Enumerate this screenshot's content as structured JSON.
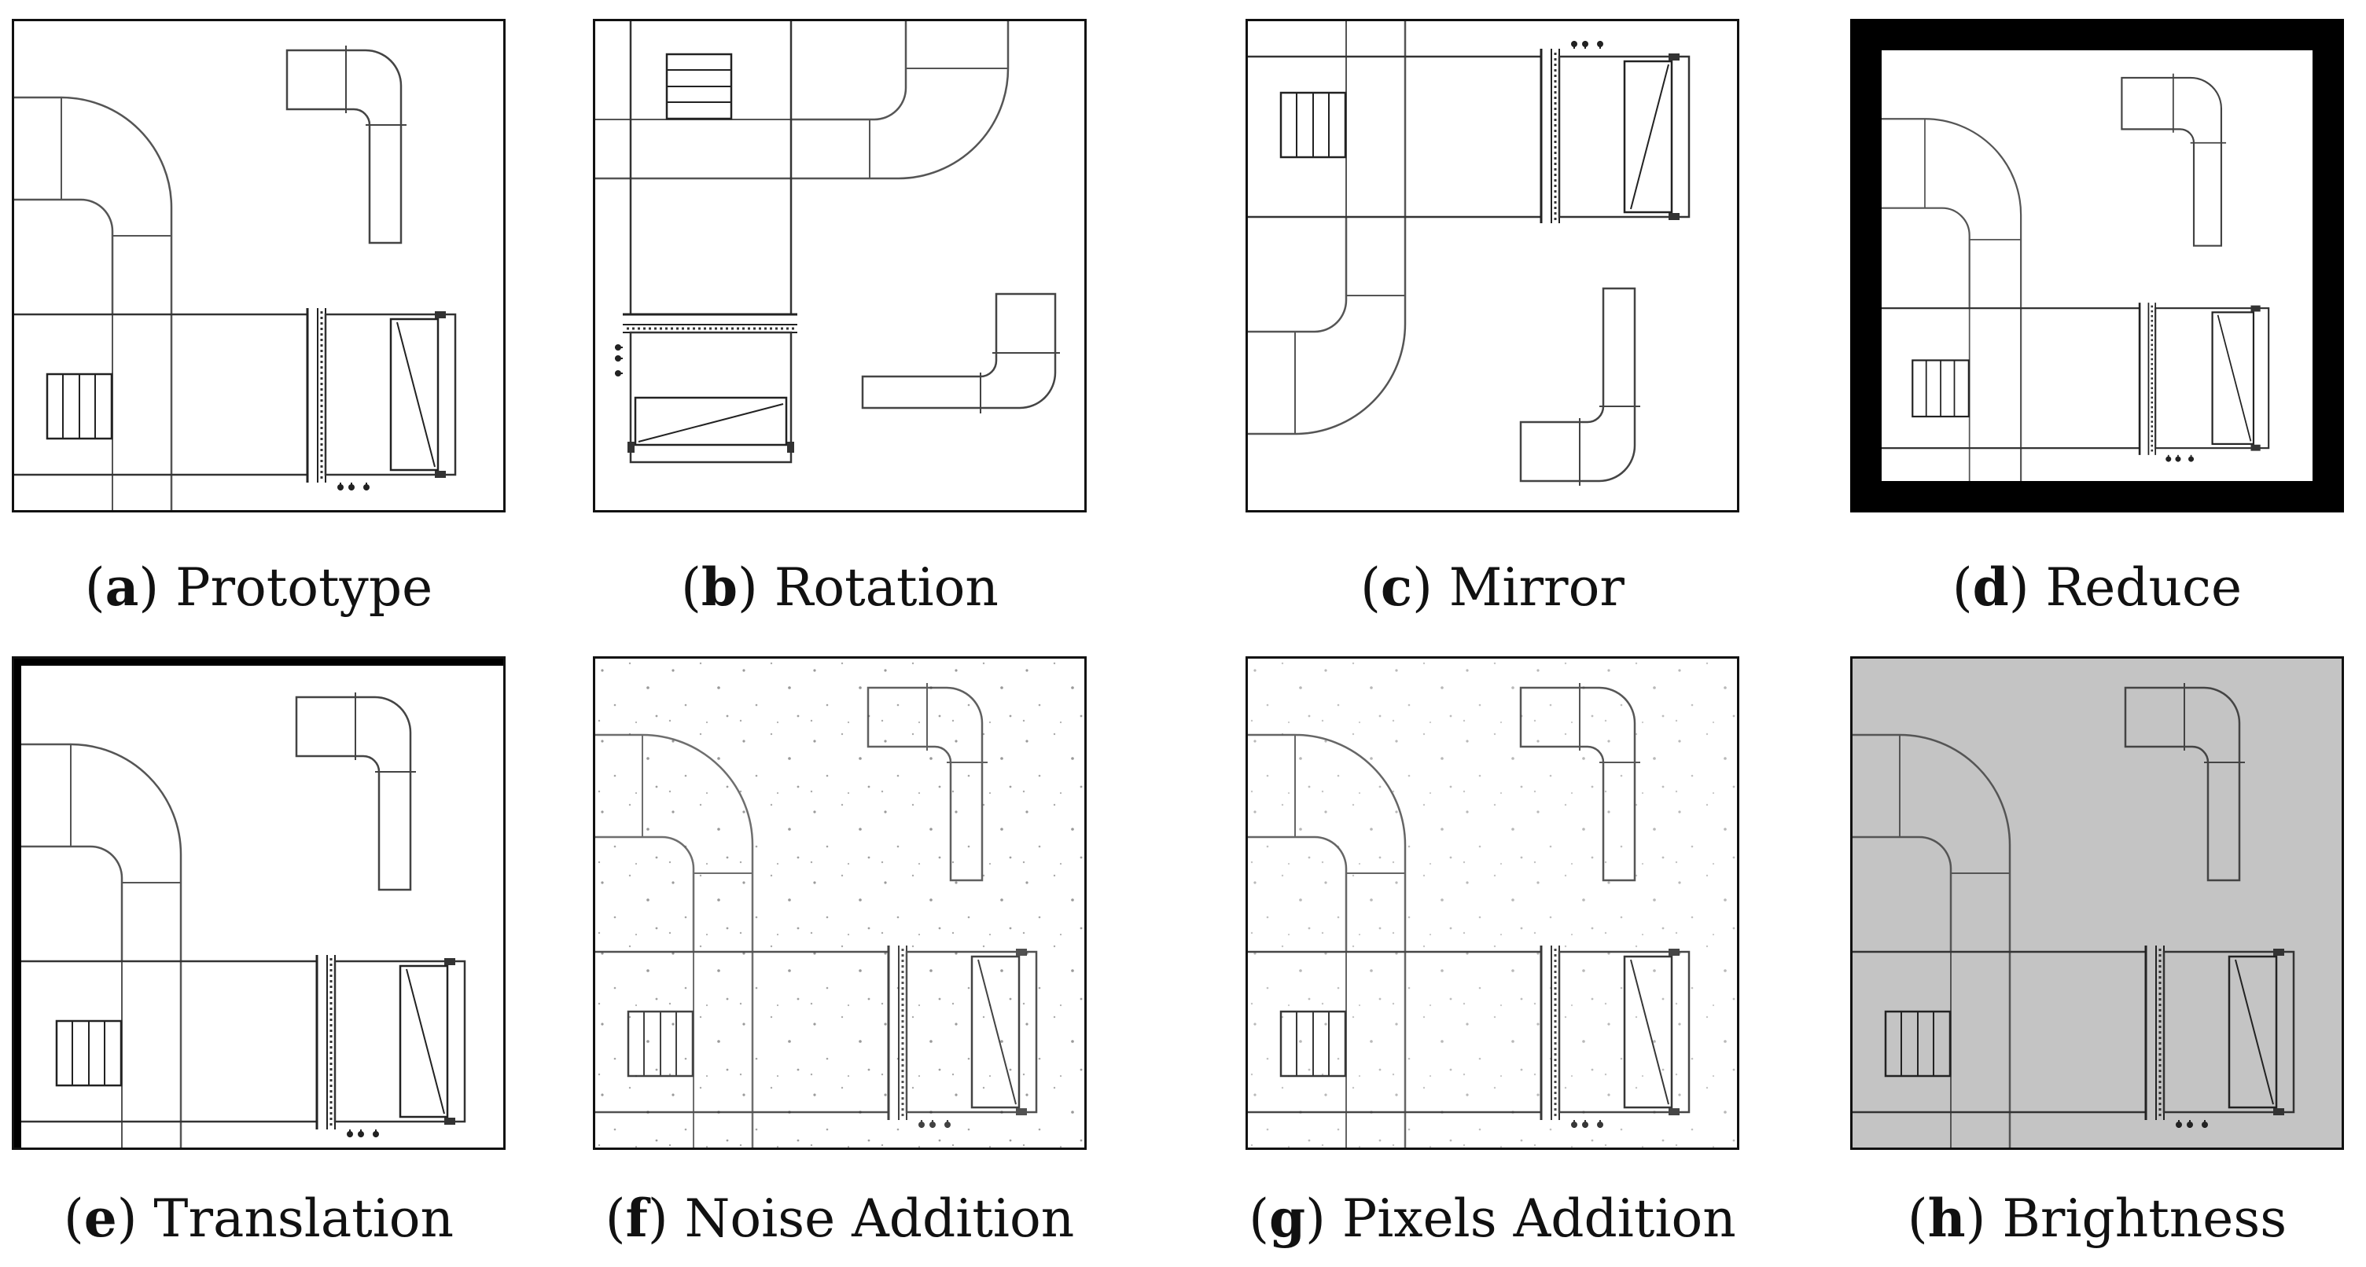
{
  "figure": {
    "panels": [
      {
        "id": "a",
        "label": "Prototype"
      },
      {
        "id": "b",
        "label": "Rotation"
      },
      {
        "id": "c",
        "label": "Mirror"
      },
      {
        "id": "d",
        "label": "Reduce"
      },
      {
        "id": "e",
        "label": "Translation"
      },
      {
        "id": "f",
        "label": "Noise Addition"
      },
      {
        "id": "g",
        "label": "Pixels Addition"
      },
      {
        "id": "h",
        "label": "Brightness"
      }
    ]
  }
}
